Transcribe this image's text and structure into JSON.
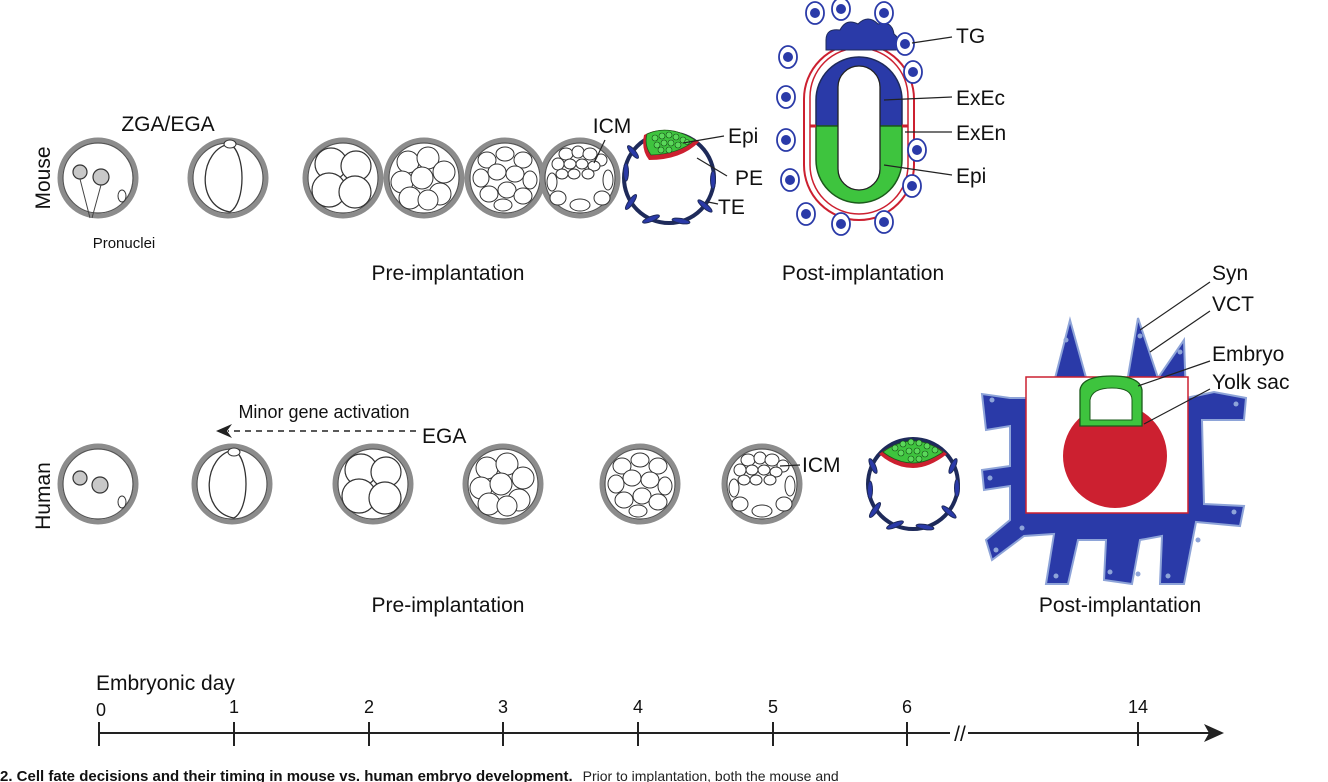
{
  "mouse": {
    "species": "Mouse",
    "zga": "ZGA/EGA",
    "pronuclei": "Pronuclei",
    "icm": "ICM",
    "epi": "Epi",
    "pe": "PE",
    "te": "TE",
    "pre": "Pre-implantation",
    "post": "Post-implantation",
    "tg": "TG",
    "exec": "ExEc",
    "exen": "ExEn",
    "epi2": "Epi"
  },
  "human": {
    "species": "Human",
    "minor": "Minor gene activation",
    "ega": "EGA",
    "icm": "ICM",
    "pre": "Pre-implantation",
    "post": "Post-implantation",
    "syn": "Syn",
    "vct": "VCT",
    "embryo": "Embryo",
    "yolk": "Yolk sac"
  },
  "timeline": {
    "title": "Embryonic day",
    "ticks": [
      "0",
      "1",
      "2",
      "3",
      "4",
      "5",
      "6",
      "14"
    ],
    "break": "//"
  },
  "caption": {
    "bold": "2. Cell fate decisions and their timing in mouse vs. human embryo development.",
    "light": "Prior to implantation, both the mouse and"
  },
  "colors": {
    "trophoblast": "#2a3aa8",
    "epiblast": "#3ec43e",
    "endoderm": "#cc2030",
    "zona": "#8c8c8c"
  }
}
